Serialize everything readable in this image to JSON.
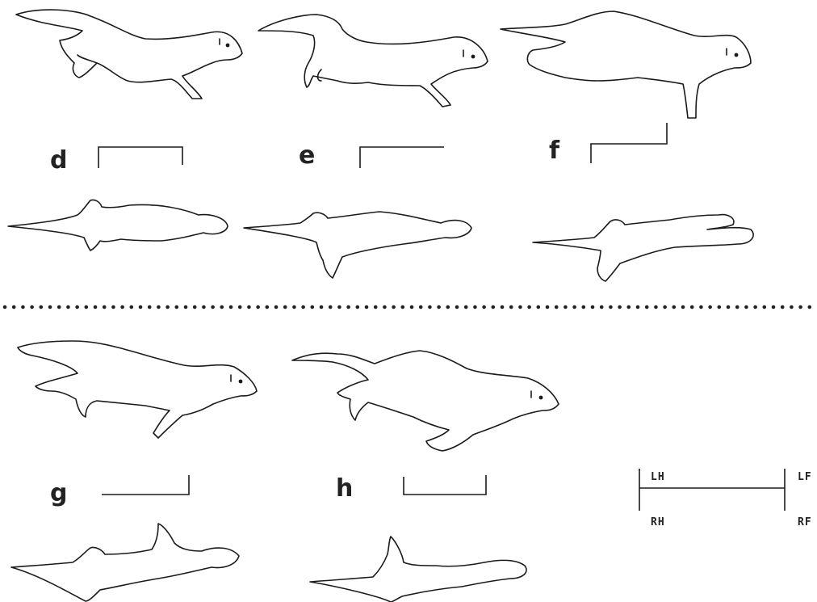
{
  "panels": [
    {
      "letter": "d"
    },
    {
      "letter": "e"
    },
    {
      "letter": "f"
    },
    {
      "letter": "g"
    },
    {
      "letter": "h"
    }
  ],
  "legend": {
    "left_top": "LH",
    "left_bottom": "RH",
    "right_top": "LF",
    "right_bottom": "RF"
  }
}
